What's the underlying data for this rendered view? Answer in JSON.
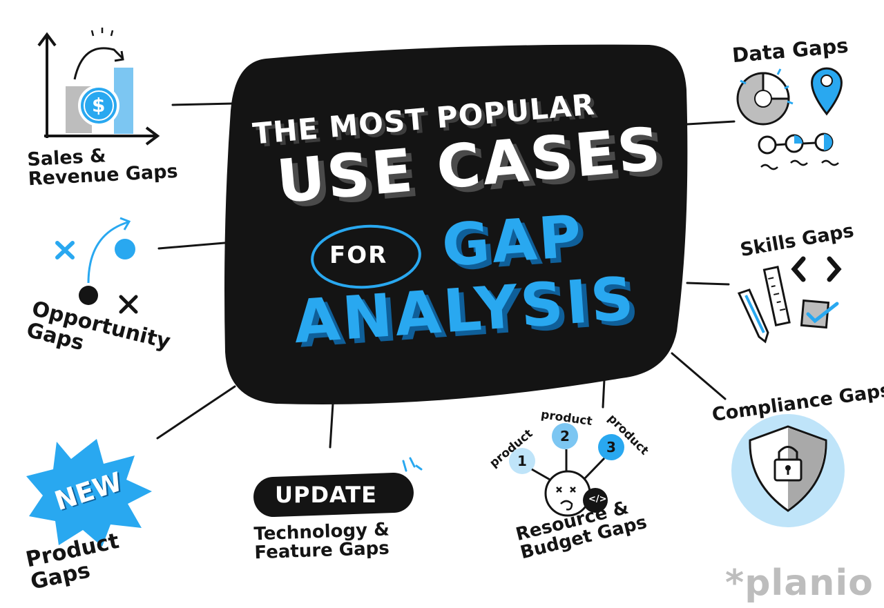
{
  "title": {
    "line1": "THE MOST POPULAR",
    "line2": "USE CASES",
    "line3": "FOR",
    "line4": "GAP",
    "line5": "ANALYSIS"
  },
  "nodes": {
    "sales": "Sales & Revenue Gaps",
    "opportunity": "Opportunity Gaps",
    "product": "Product Gaps",
    "technology": "Technology & Feature Gaps",
    "resource": "Resource & Budget Gaps",
    "compliance": "Compliance Gaps",
    "skills": "Skills Gaps",
    "data": "Data Gaps"
  },
  "badges": {
    "new": "NEW",
    "update": "UPDATE",
    "code": "</>",
    "dollar": "$"
  },
  "products": [
    {
      "label": "product",
      "number": "1"
    },
    {
      "label": "product",
      "number": "2"
    },
    {
      "label": "product",
      "number": "3"
    }
  ],
  "brand": "*planio",
  "colors": {
    "accent": "#29a8f0",
    "accent_light": "#bfe4f9",
    "board": "#141414",
    "ink": "#141414"
  }
}
